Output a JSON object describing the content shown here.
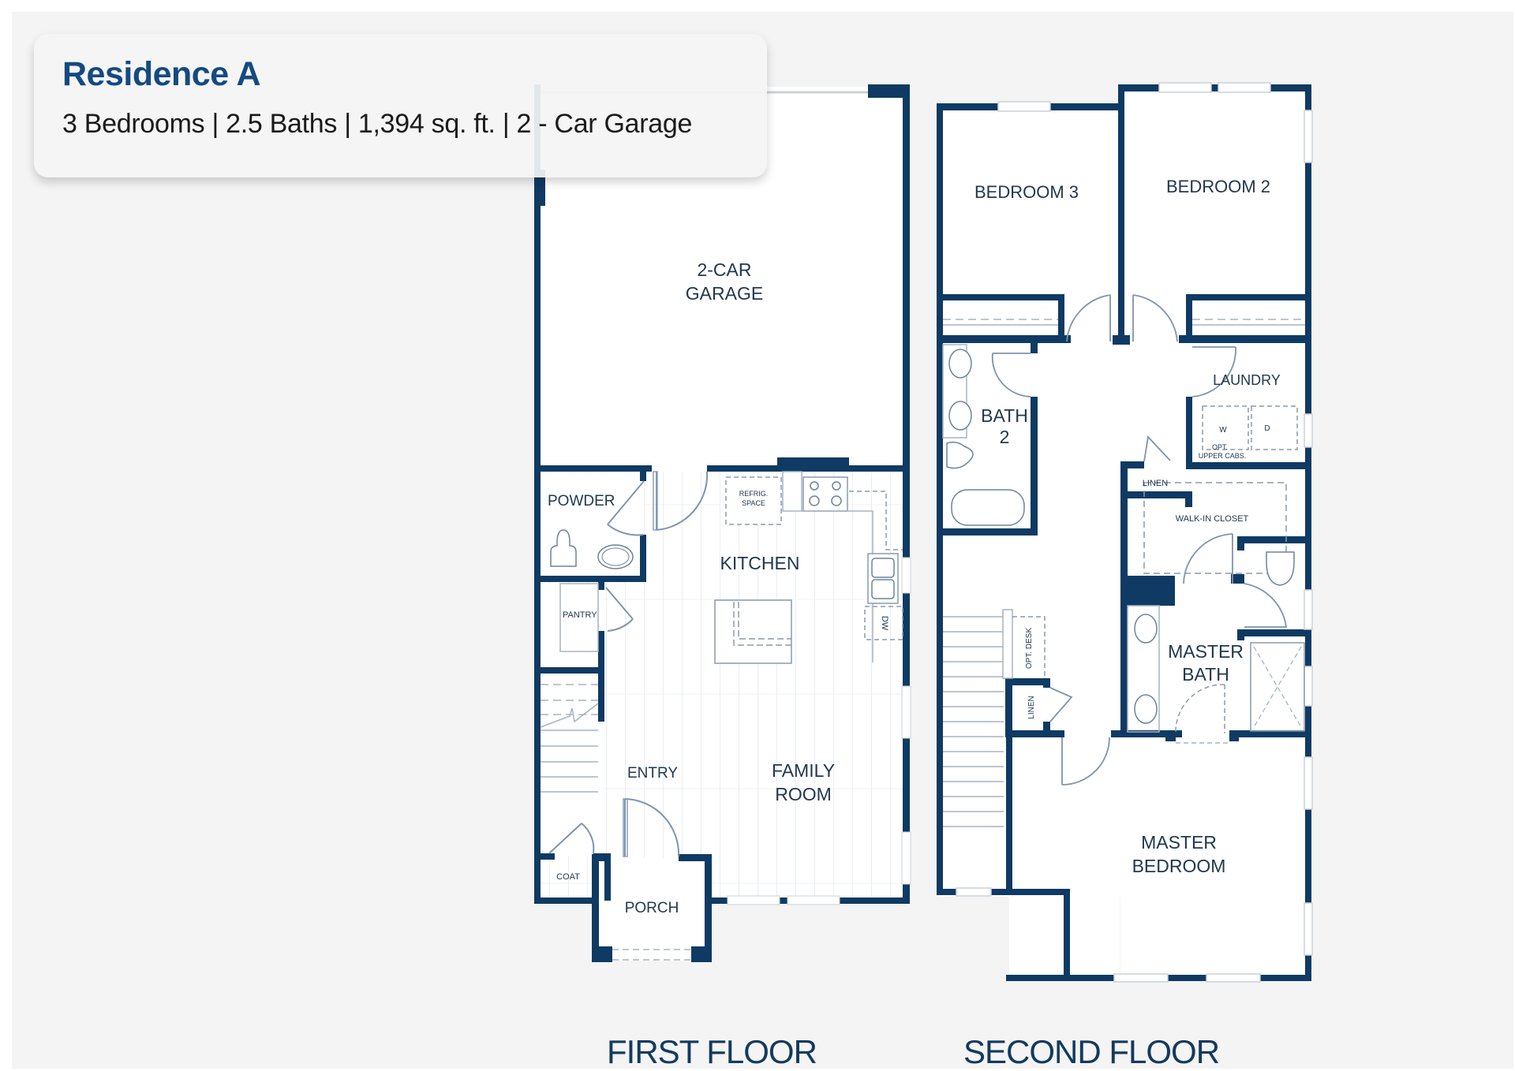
{
  "residence": {
    "title": "Residence A",
    "summary": "3 Bedrooms | 2.5 Baths | 1,394 sq. ft. | 2 - Car Garage",
    "specs": {
      "bedrooms": "3 Bedrooms",
      "baths": "2.5 Baths",
      "area": "1,394 sq. ft.",
      "garage": "2 - Car Garage"
    }
  },
  "colors": {
    "wall": "#0f3a63",
    "title": "#154a80",
    "background": "#f4f4f4",
    "room_fill": "#ffffff"
  },
  "floors": [
    {
      "label": "FIRST FLOOR",
      "rooms": {
        "garage_1": "2-CAR",
        "garage_2": "GARAGE",
        "powder": "POWDER",
        "refrig_1": "REFRIG.",
        "refrig_2": "SPACE",
        "kitchen": "KITCHEN",
        "pantry": "PANTRY",
        "dw": "DW",
        "entry": "ENTRY",
        "family_1": "FAMILY",
        "family_2": "ROOM",
        "coat": "COAT",
        "porch": "PORCH"
      }
    },
    {
      "label": "SECOND FLOOR",
      "rooms": {
        "bedroom3": "BEDROOM 3",
        "bedroom2": "BEDROOM 2",
        "bath2_1": "BATH",
        "bath2_2": "2",
        "laundry": "LAUNDRY",
        "washer": "W",
        "dryer": "D",
        "opt_1": "OPT.",
        "opt_2": "UPPER CABS.",
        "linen_top": "LINEN",
        "walkin": "WALK-IN CLOSET",
        "master_bath_1": "MASTER",
        "master_bath_2": "BATH",
        "opt_desk": "OPT. DESK",
        "linen_side": "LINEN",
        "master_bed_1": "MASTER",
        "master_bed_2": "BEDROOM"
      }
    }
  ]
}
